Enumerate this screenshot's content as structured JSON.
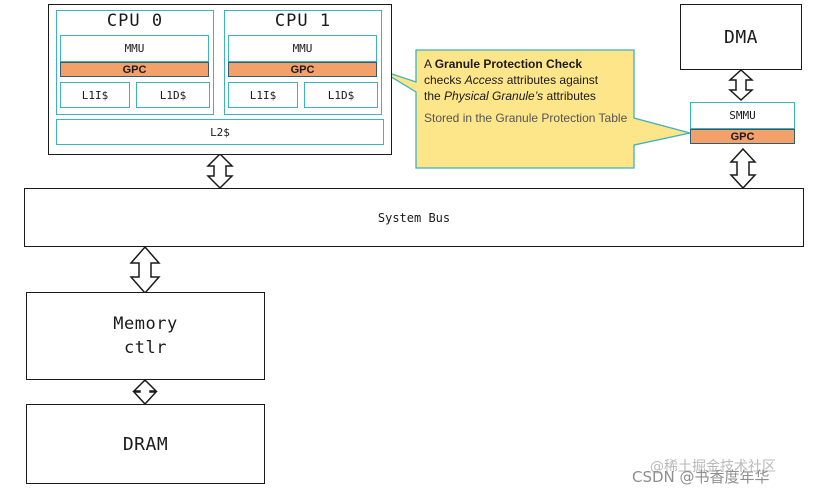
{
  "cpu_cluster": {
    "cpu0": {
      "title": "CPU 0",
      "mmu": "MMU",
      "gpc": "GPC",
      "l1i": "L1I$",
      "l1d": "L1D$"
    },
    "cpu1": {
      "title": "CPU 1",
      "mmu": "MMU",
      "gpc": "GPC",
      "l1i": "L1I$",
      "l1d": "L1D$"
    },
    "l2": "L2$"
  },
  "dma": "DMA",
  "smmu": {
    "label": "SMMU",
    "gpc": "GPC"
  },
  "system_bus": "System Bus",
  "memory_ctrl": {
    "line1": "Memory",
    "line2": "ctlr"
  },
  "dram": "DRAM",
  "callout": {
    "prefix": "A ",
    "check_name": "Granule Protection Check",
    "line2_pre": "checks ",
    "line2_em": "Access",
    "line2_post": " attributes against",
    "line3_pre": "the ",
    "line3_em": "Physical Granule’s",
    "line3_post": " attributes",
    "stored": "Stored in the Granule Protection Table"
  },
  "colors": {
    "gpc_fill": "#f3a06b",
    "callout_fill": "#fde58a",
    "teal_border": "#3fb2bf"
  },
  "watermark": {
    "site": "@稀土掘金技术社区",
    "author": "CSDN @书香度年华"
  }
}
